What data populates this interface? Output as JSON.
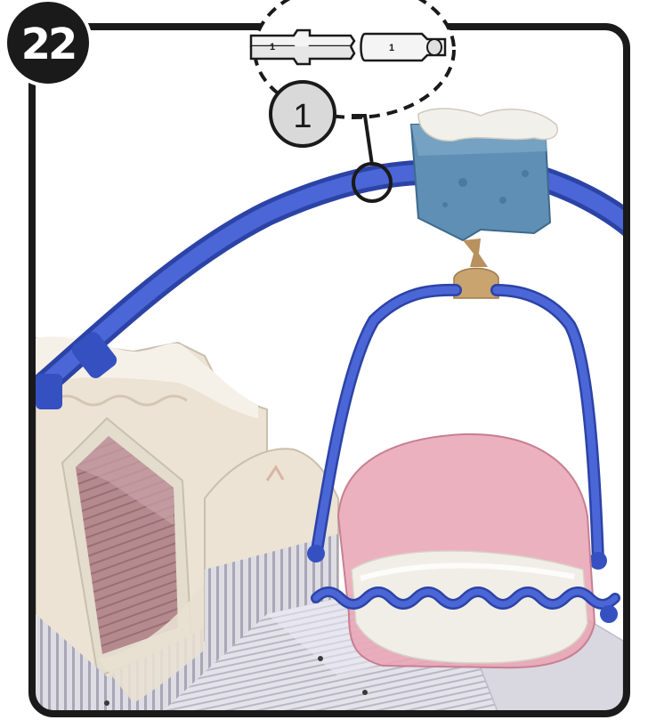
{
  "step": {
    "number": "22"
  },
  "callout": {
    "number": "1"
  },
  "parts": [
    {
      "label": "1"
    },
    {
      "label": "1"
    }
  ],
  "colors": {
    "frame": "#1a1a1a",
    "swing_bar": "#3b55c4",
    "seat": "#e9a3b4",
    "cushion": "#f1eee8",
    "cloud_block": "#5f8fb4",
    "house": "#ece3d4"
  }
}
